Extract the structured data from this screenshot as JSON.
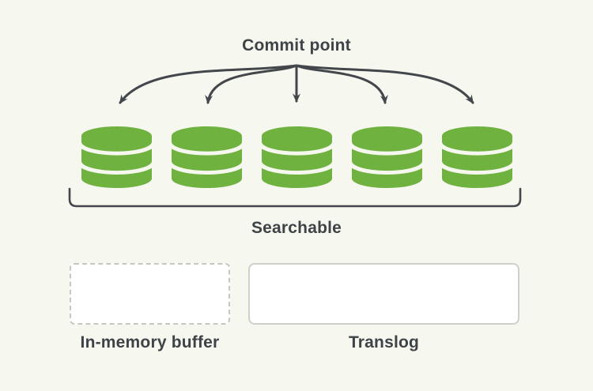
{
  "labels": {
    "commit_point": "Commit point",
    "searchable": "Searchable",
    "in_memory_buffer": "In-memory buffer",
    "translog": "Translog"
  },
  "segments": {
    "count": 5,
    "items": [
      {
        "icon": "database-icon"
      },
      {
        "icon": "database-icon"
      },
      {
        "icon": "database-icon"
      },
      {
        "icon": "database-icon"
      },
      {
        "icon": "database-icon"
      }
    ]
  },
  "colors": {
    "background": "#f6f7ef",
    "segment_green": "#6fb23f",
    "arrow": "#43474b",
    "bracket": "#43474b",
    "text": "#3e4347",
    "dashed_box_border": "#c6c7c1",
    "translog_box_border": "#cdd1cb",
    "box_fill": "#ffffff"
  }
}
